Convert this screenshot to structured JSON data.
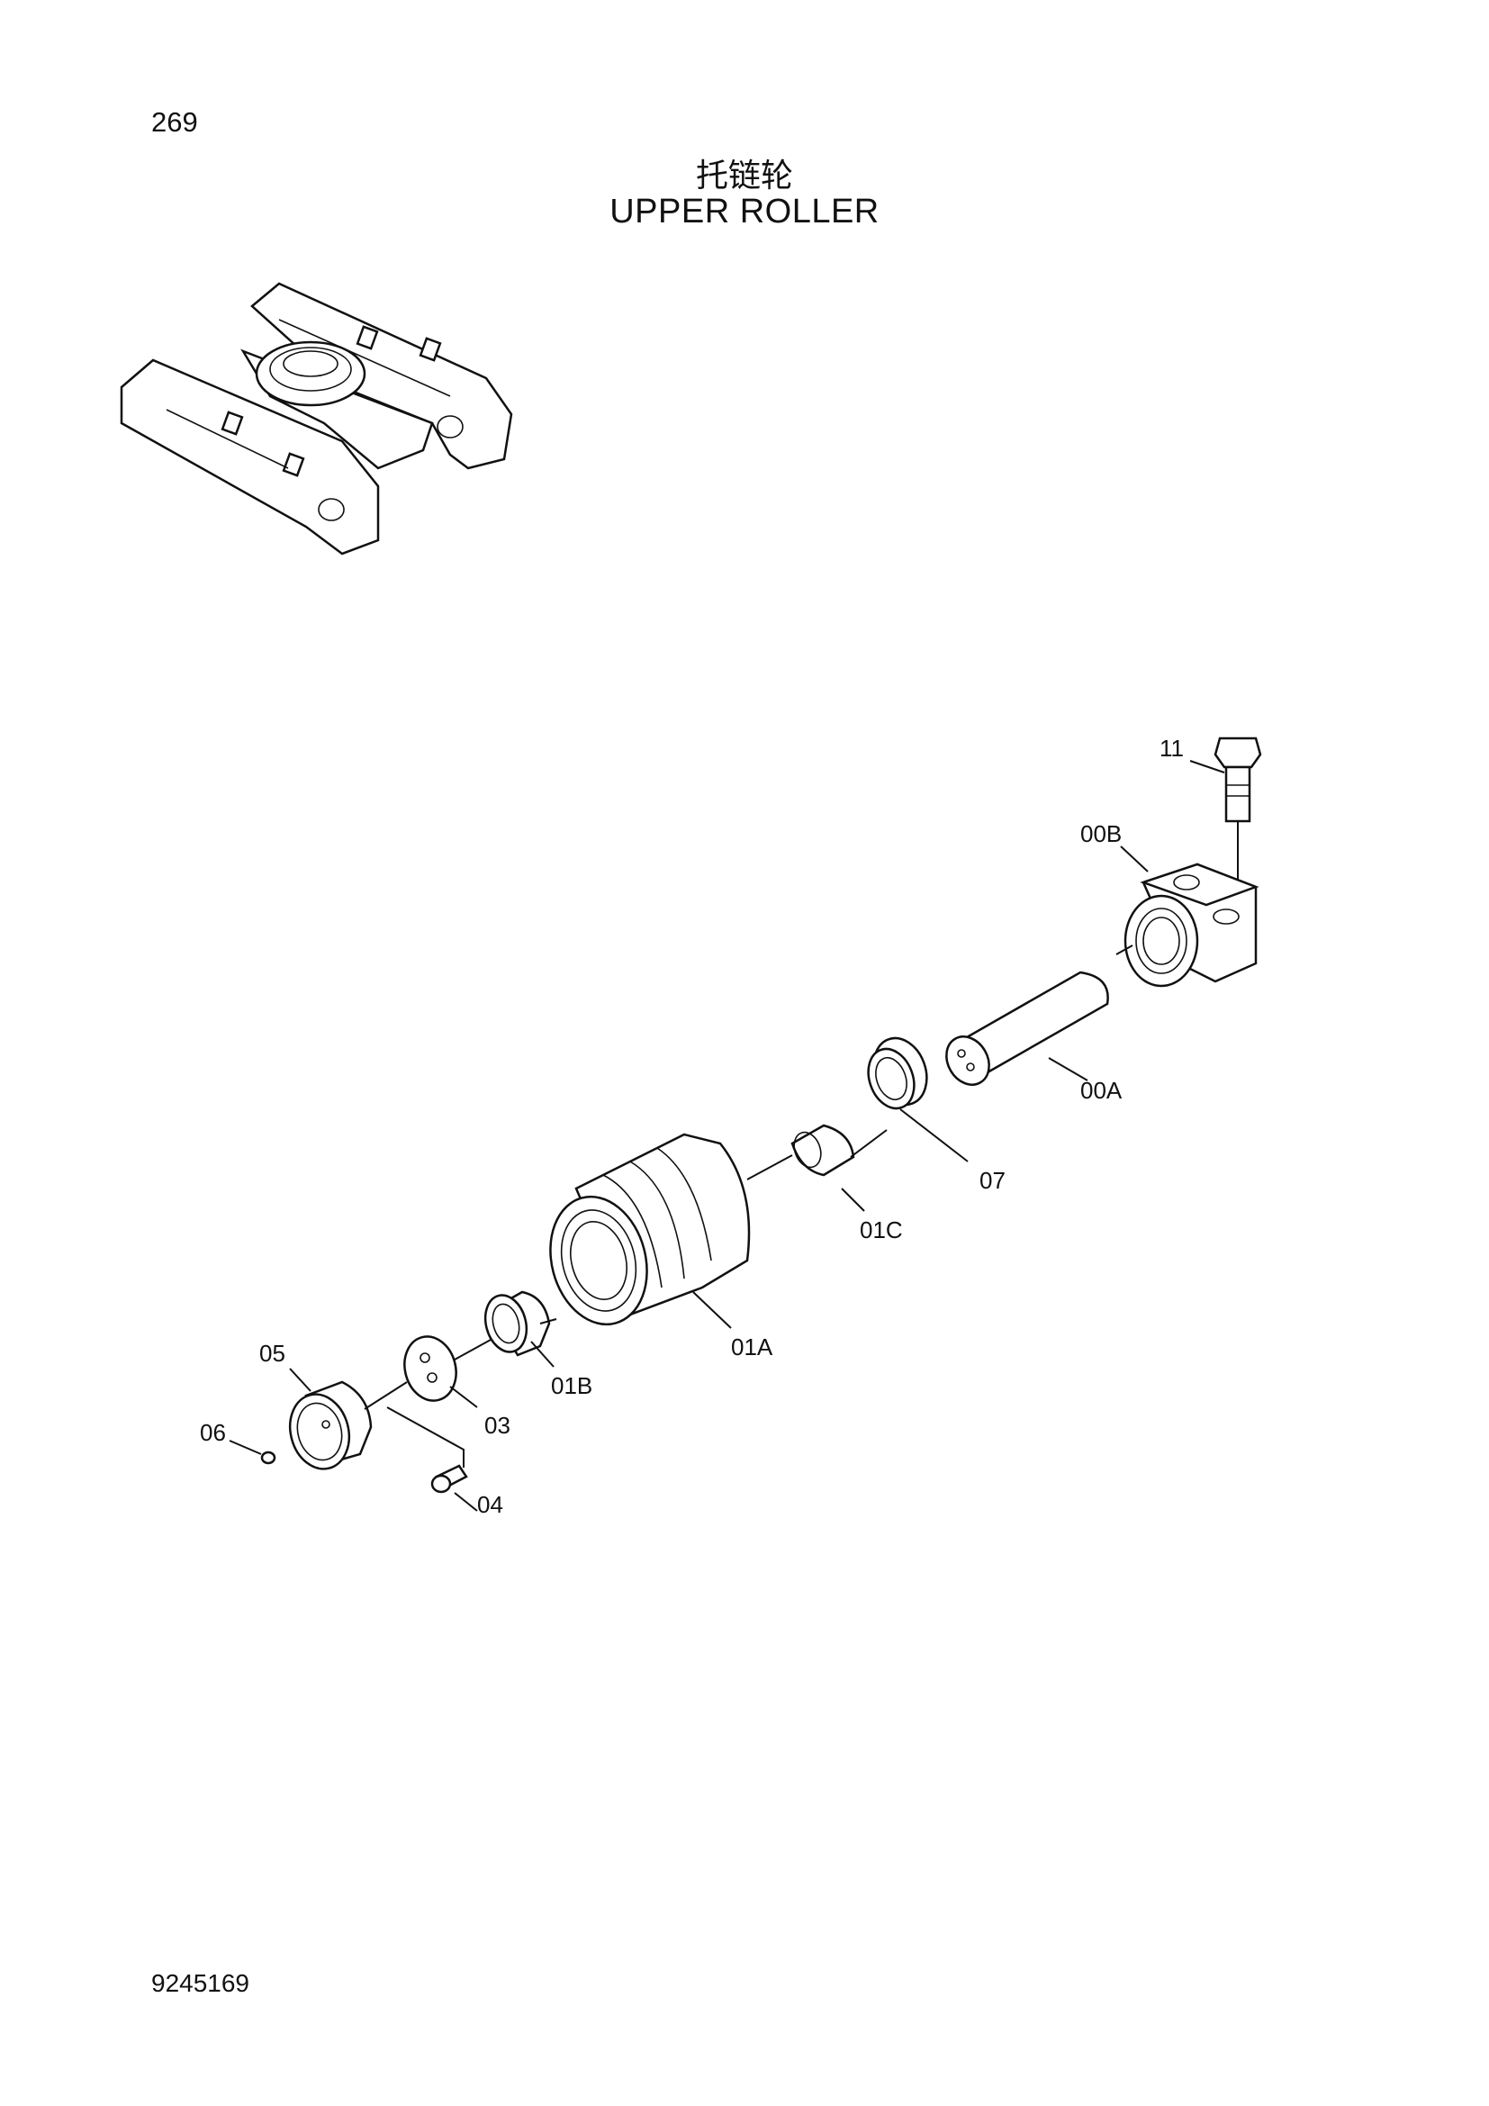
{
  "page_number": "269",
  "title_cn": "托链轮",
  "title_en": "UPPER ROLLER",
  "document_number": "9245169",
  "part_labels": {
    "p11": "11",
    "p00B": "00B",
    "p00A": "00A",
    "p07": "07",
    "p01C": "01C",
    "p01A": "01A",
    "p01B": "01B",
    "p05": "05",
    "p06": "06",
    "p03": "03",
    "p04": "04"
  }
}
